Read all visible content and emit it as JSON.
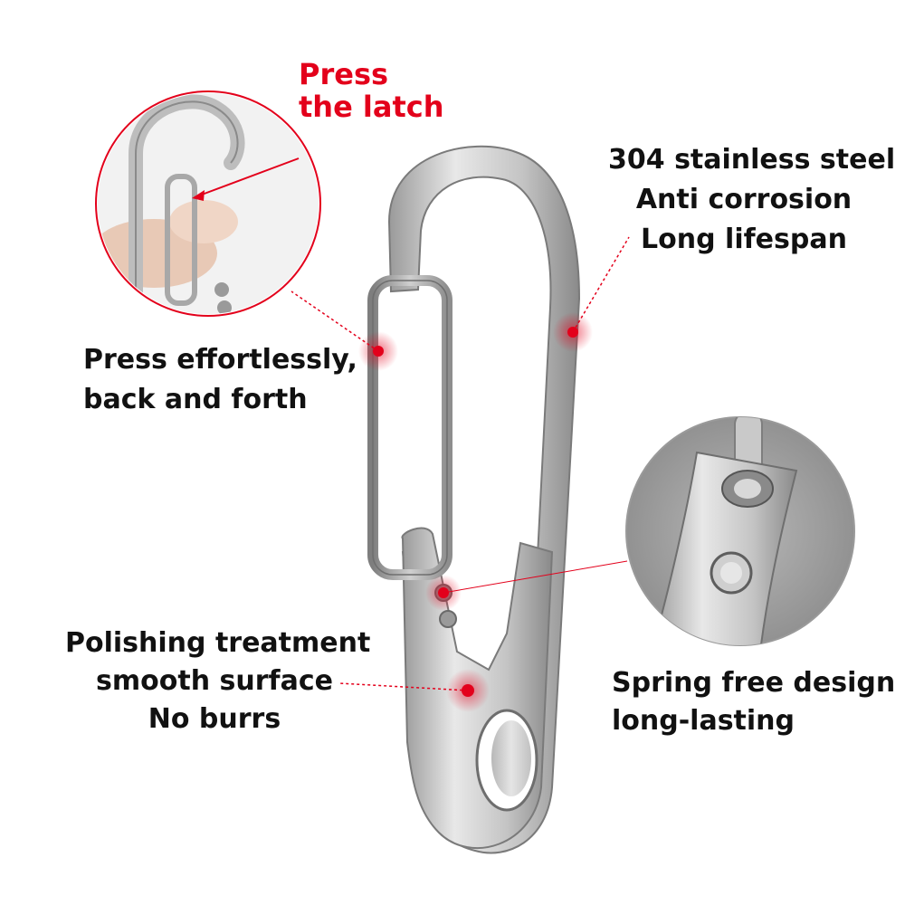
{
  "callouts": {
    "press_latch": {
      "lines": [
        "Press",
        "the latch"
      ],
      "color": "#e3001b"
    },
    "material": {
      "lines": [
        "304 stainless steel",
        "Anti corrosion",
        "Long lifespan"
      ]
    },
    "press_effortless": {
      "lines": [
        "Press effortlessly,",
        "back and forth"
      ]
    },
    "polishing": {
      "lines": [
        "Polishing treatment",
        "smooth surface",
        "No burrs"
      ]
    },
    "spring_free": {
      "lines": [
        "Spring free design",
        "long-lasting"
      ]
    }
  },
  "colors": {
    "accent": "#e3001b",
    "steel_light": "#e4e4e4",
    "steel_mid": "#b9b9b9",
    "steel_dark": "#8c8c8c",
    "text": "#111111"
  }
}
